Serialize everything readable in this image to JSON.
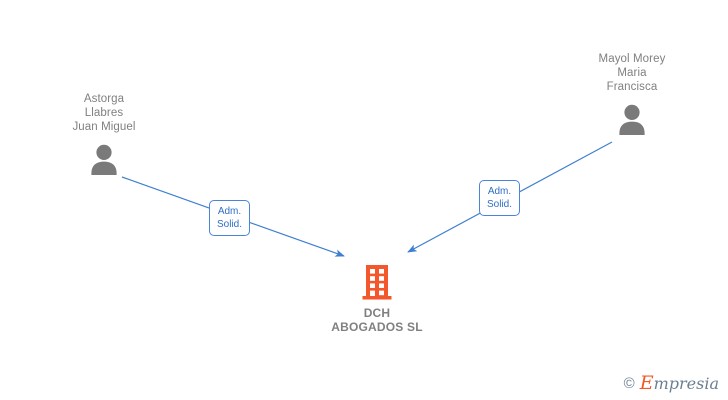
{
  "graph": {
    "type": "relationship-diagram",
    "accent_blue": "#3f7fd0",
    "company_orange": "#f4572b",
    "node_gray": "#808080",
    "nodes": [
      {
        "id": "person-left",
        "kind": "person",
        "icon": "person-icon",
        "name": "Astorga\nLlabres\nJuan Miguel"
      },
      {
        "id": "person-right",
        "kind": "person",
        "icon": "person-icon",
        "name": "Mayol Morey\nMaria\nFrancisca"
      },
      {
        "id": "company-center",
        "kind": "company",
        "icon": "building-icon",
        "name": "DCH\nABOGADOS SL"
      }
    ],
    "edges": [
      {
        "id": "edge-left",
        "from": "person-left",
        "to": "company-center",
        "label": "Adm.\nSolid."
      },
      {
        "id": "edge-right",
        "from": "person-right",
        "to": "company-center",
        "label": "Adm.\nSolid."
      }
    ]
  },
  "watermark": {
    "copyright": "©",
    "brand_initial": "E",
    "brand_rest": "mpresia"
  }
}
